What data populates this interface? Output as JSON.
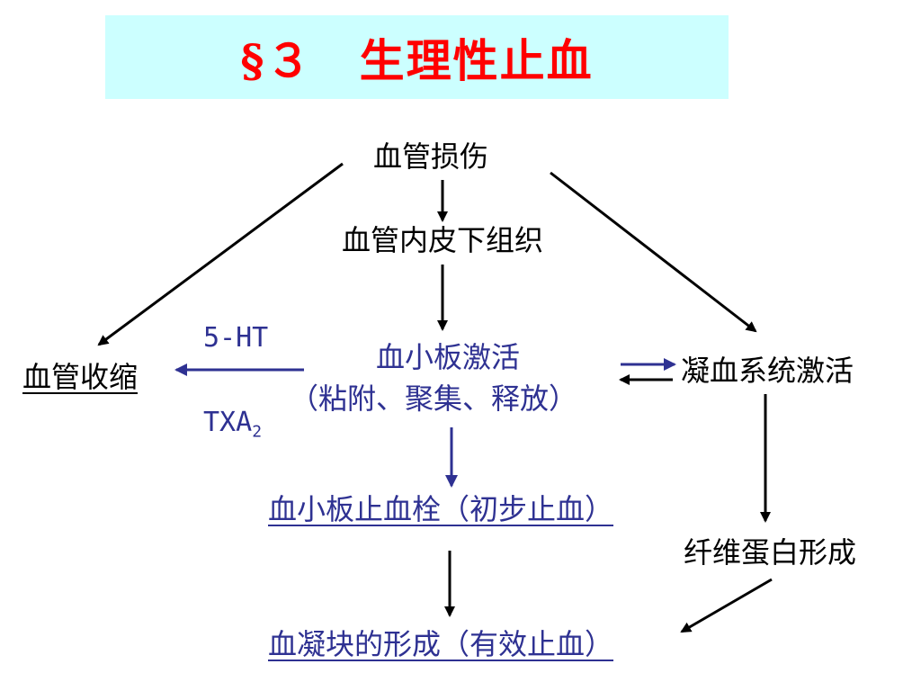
{
  "title": "§３　生理性止血",
  "nodes": {
    "vessel_injury": "血管损伤",
    "subendothelium": "血管内皮下组织",
    "platelet_activation": "血小板激活",
    "platelet_processes": "（粘附、聚集、释放）",
    "vasoconstriction": "血管收缩",
    "coagulation_activation": "凝血系统激活",
    "platelet_plug": "血小板止血栓（初步止血）",
    "fibrin_formation": "纤维蛋白形成",
    "clot_formation": "血凝块的形成（有效止血）"
  },
  "mediators": {
    "serotonin": "5-HT",
    "txa_main": "TXA",
    "txa_sub": "2"
  },
  "colors": {
    "title": "#ff0000",
    "title_bg": "#ccffff",
    "blue": "#2e3192",
    "black": "#000000"
  }
}
